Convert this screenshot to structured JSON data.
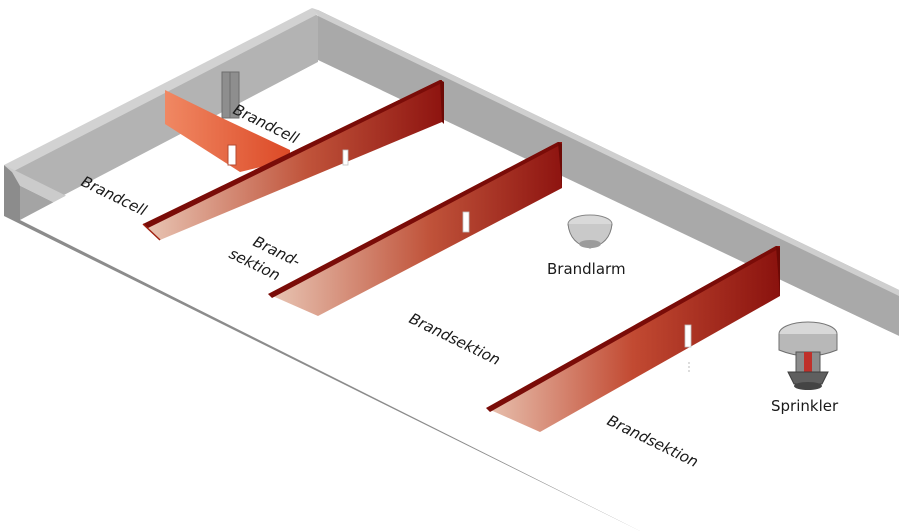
{
  "labels": {
    "brandcell_top": "Brandcell",
    "brandcell_left": "Brandcell",
    "brand_sektion_line1": "Brand-",
    "brand_sektion_line2": "sektion",
    "brandsektion_middle": "Brandsektion",
    "brandsektion_bottom": "Brandsektion",
    "brandlarm": "Brandlarm",
    "sprinkler": "Sprinkler"
  },
  "colors": {
    "wall_top": "#c4c4c4",
    "wall_face": "#8a8a8a",
    "wall_inner": "#a6a6a6",
    "fire_wall_dark": "#9a1410",
    "fire_wall_light": "#e2a18a",
    "brandcell_wall": "#e9663f"
  },
  "icons": [
    "smoke-detector-icon",
    "sprinkler-icon"
  ]
}
